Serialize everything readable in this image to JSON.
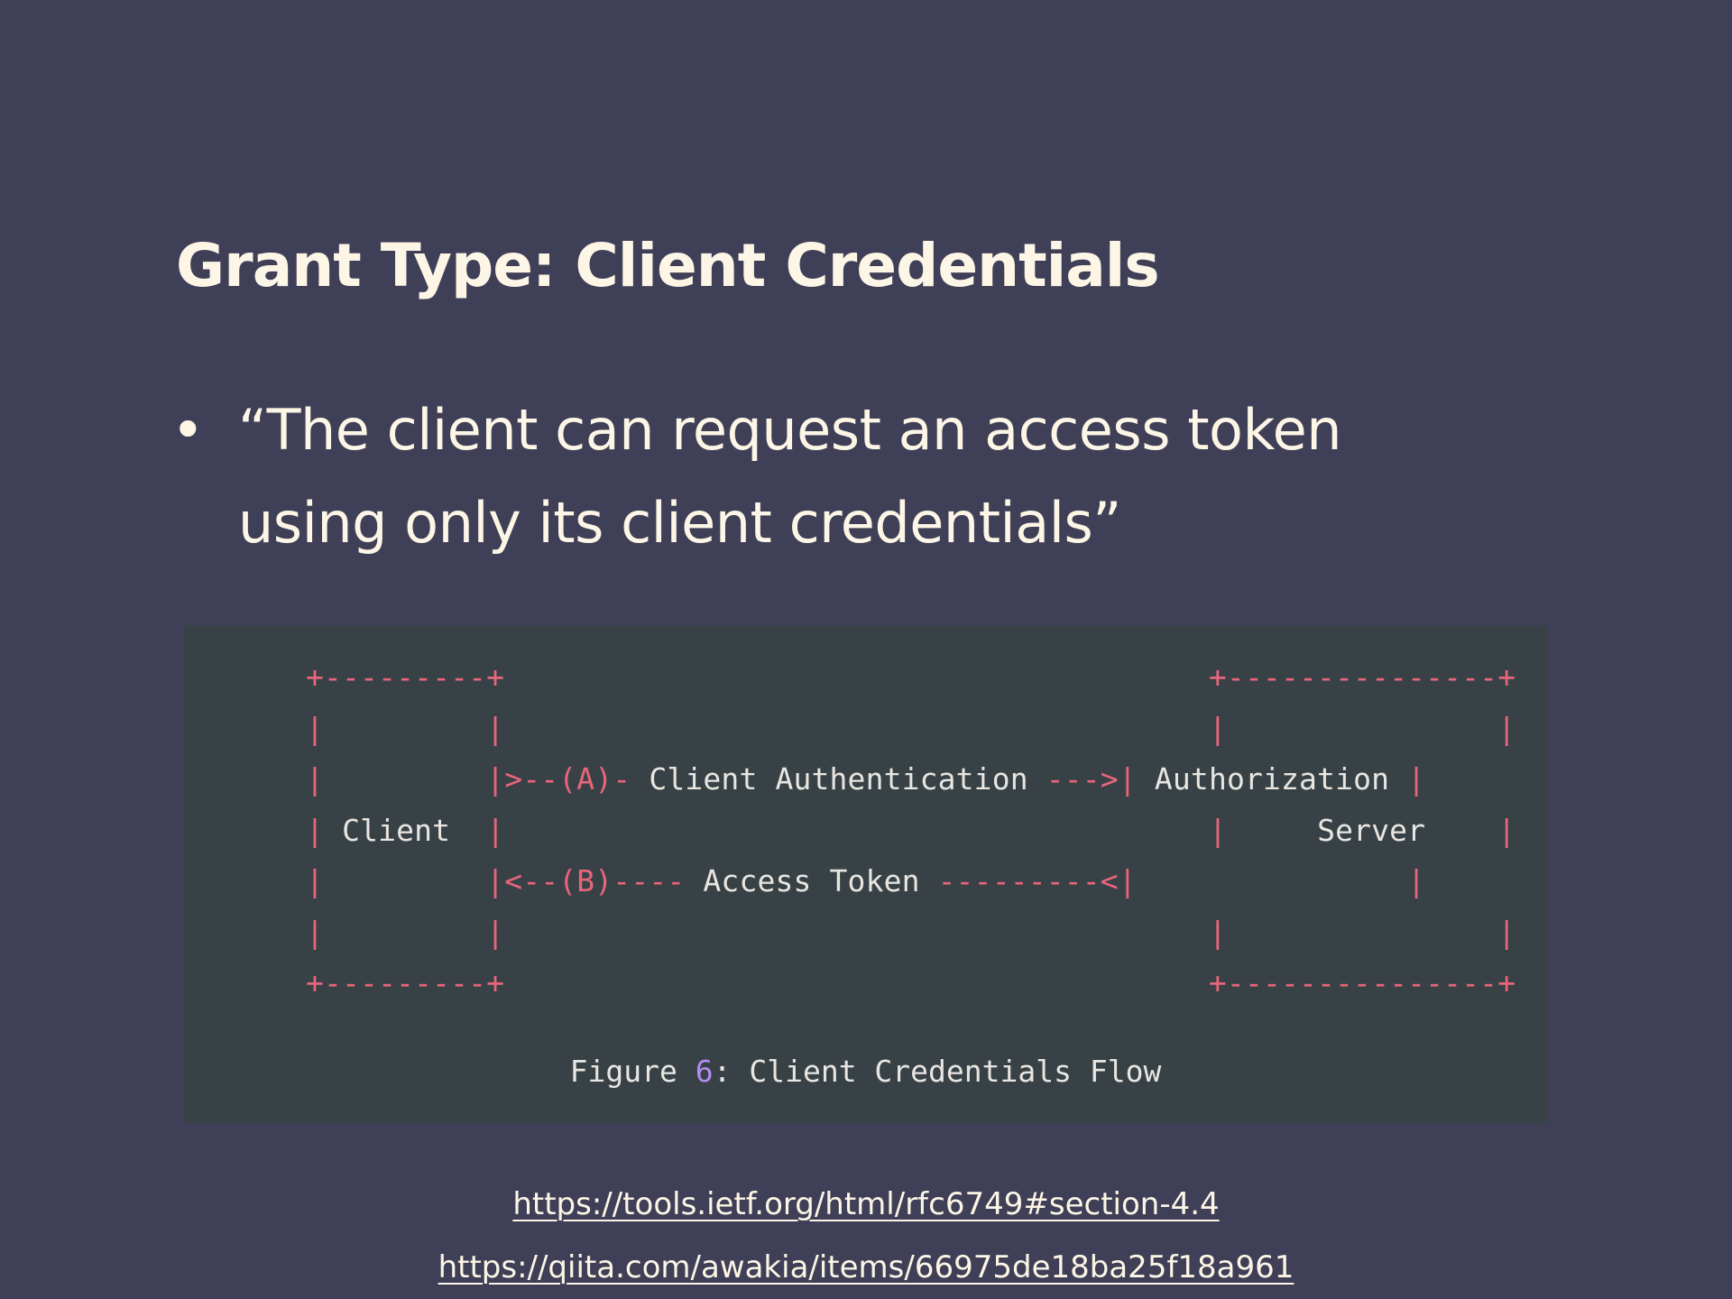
{
  "slide": {
    "title": "Grant Type: Client Credentials",
    "bullet_marker": "•",
    "bullet_line_1": "“The client can request an access token",
    "bullet_line_2": "using only its client credentials”"
  },
  "diagram": {
    "client_box_label": "Client",
    "server_box_label_1": "Authorization",
    "server_box_label_2": "Server",
    "arrow_a_prefix": ">--(A)- ",
    "arrow_a_label": "Client Authentication",
    "arrow_a_suffix": " --->",
    "arrow_b_prefix": "<--(B)---- ",
    "arrow_b_label": "Access Token",
    "arrow_b_suffix": " ---------<",
    "caption_prefix": "Figure ",
    "caption_number": "6",
    "caption_suffix": ": Client Credentials Flow"
  },
  "references": {
    "link_1": "https://tools.ietf.org/html/rfc6749#section-4.4",
    "link_2": "https://qiita.com/awakia/items/66975de18ba25f18a961"
  },
  "colors": {
    "background": "#3f4057",
    "panel": "#384246",
    "text": "#fdf6e6",
    "ascii_border": "#e8657b",
    "caption_number": "#b38cf0"
  }
}
